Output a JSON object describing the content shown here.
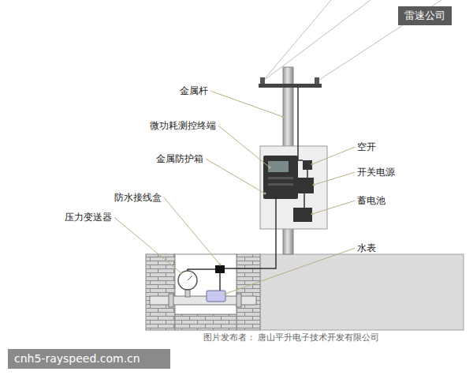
{
  "diagram": {
    "labels": [
      "金属杆",
      "微功耗测控终端",
      "金属防护箱",
      "防水接线盒",
      "压力变送器",
      "空开",
      "开关电源",
      "蓄电池",
      "水表",
      "图片发布者： 唐山平升电子技术开发有限公司",
      "雷速公司",
      "cnh5-rayspeed.com.cn"
    ]
  }
}
